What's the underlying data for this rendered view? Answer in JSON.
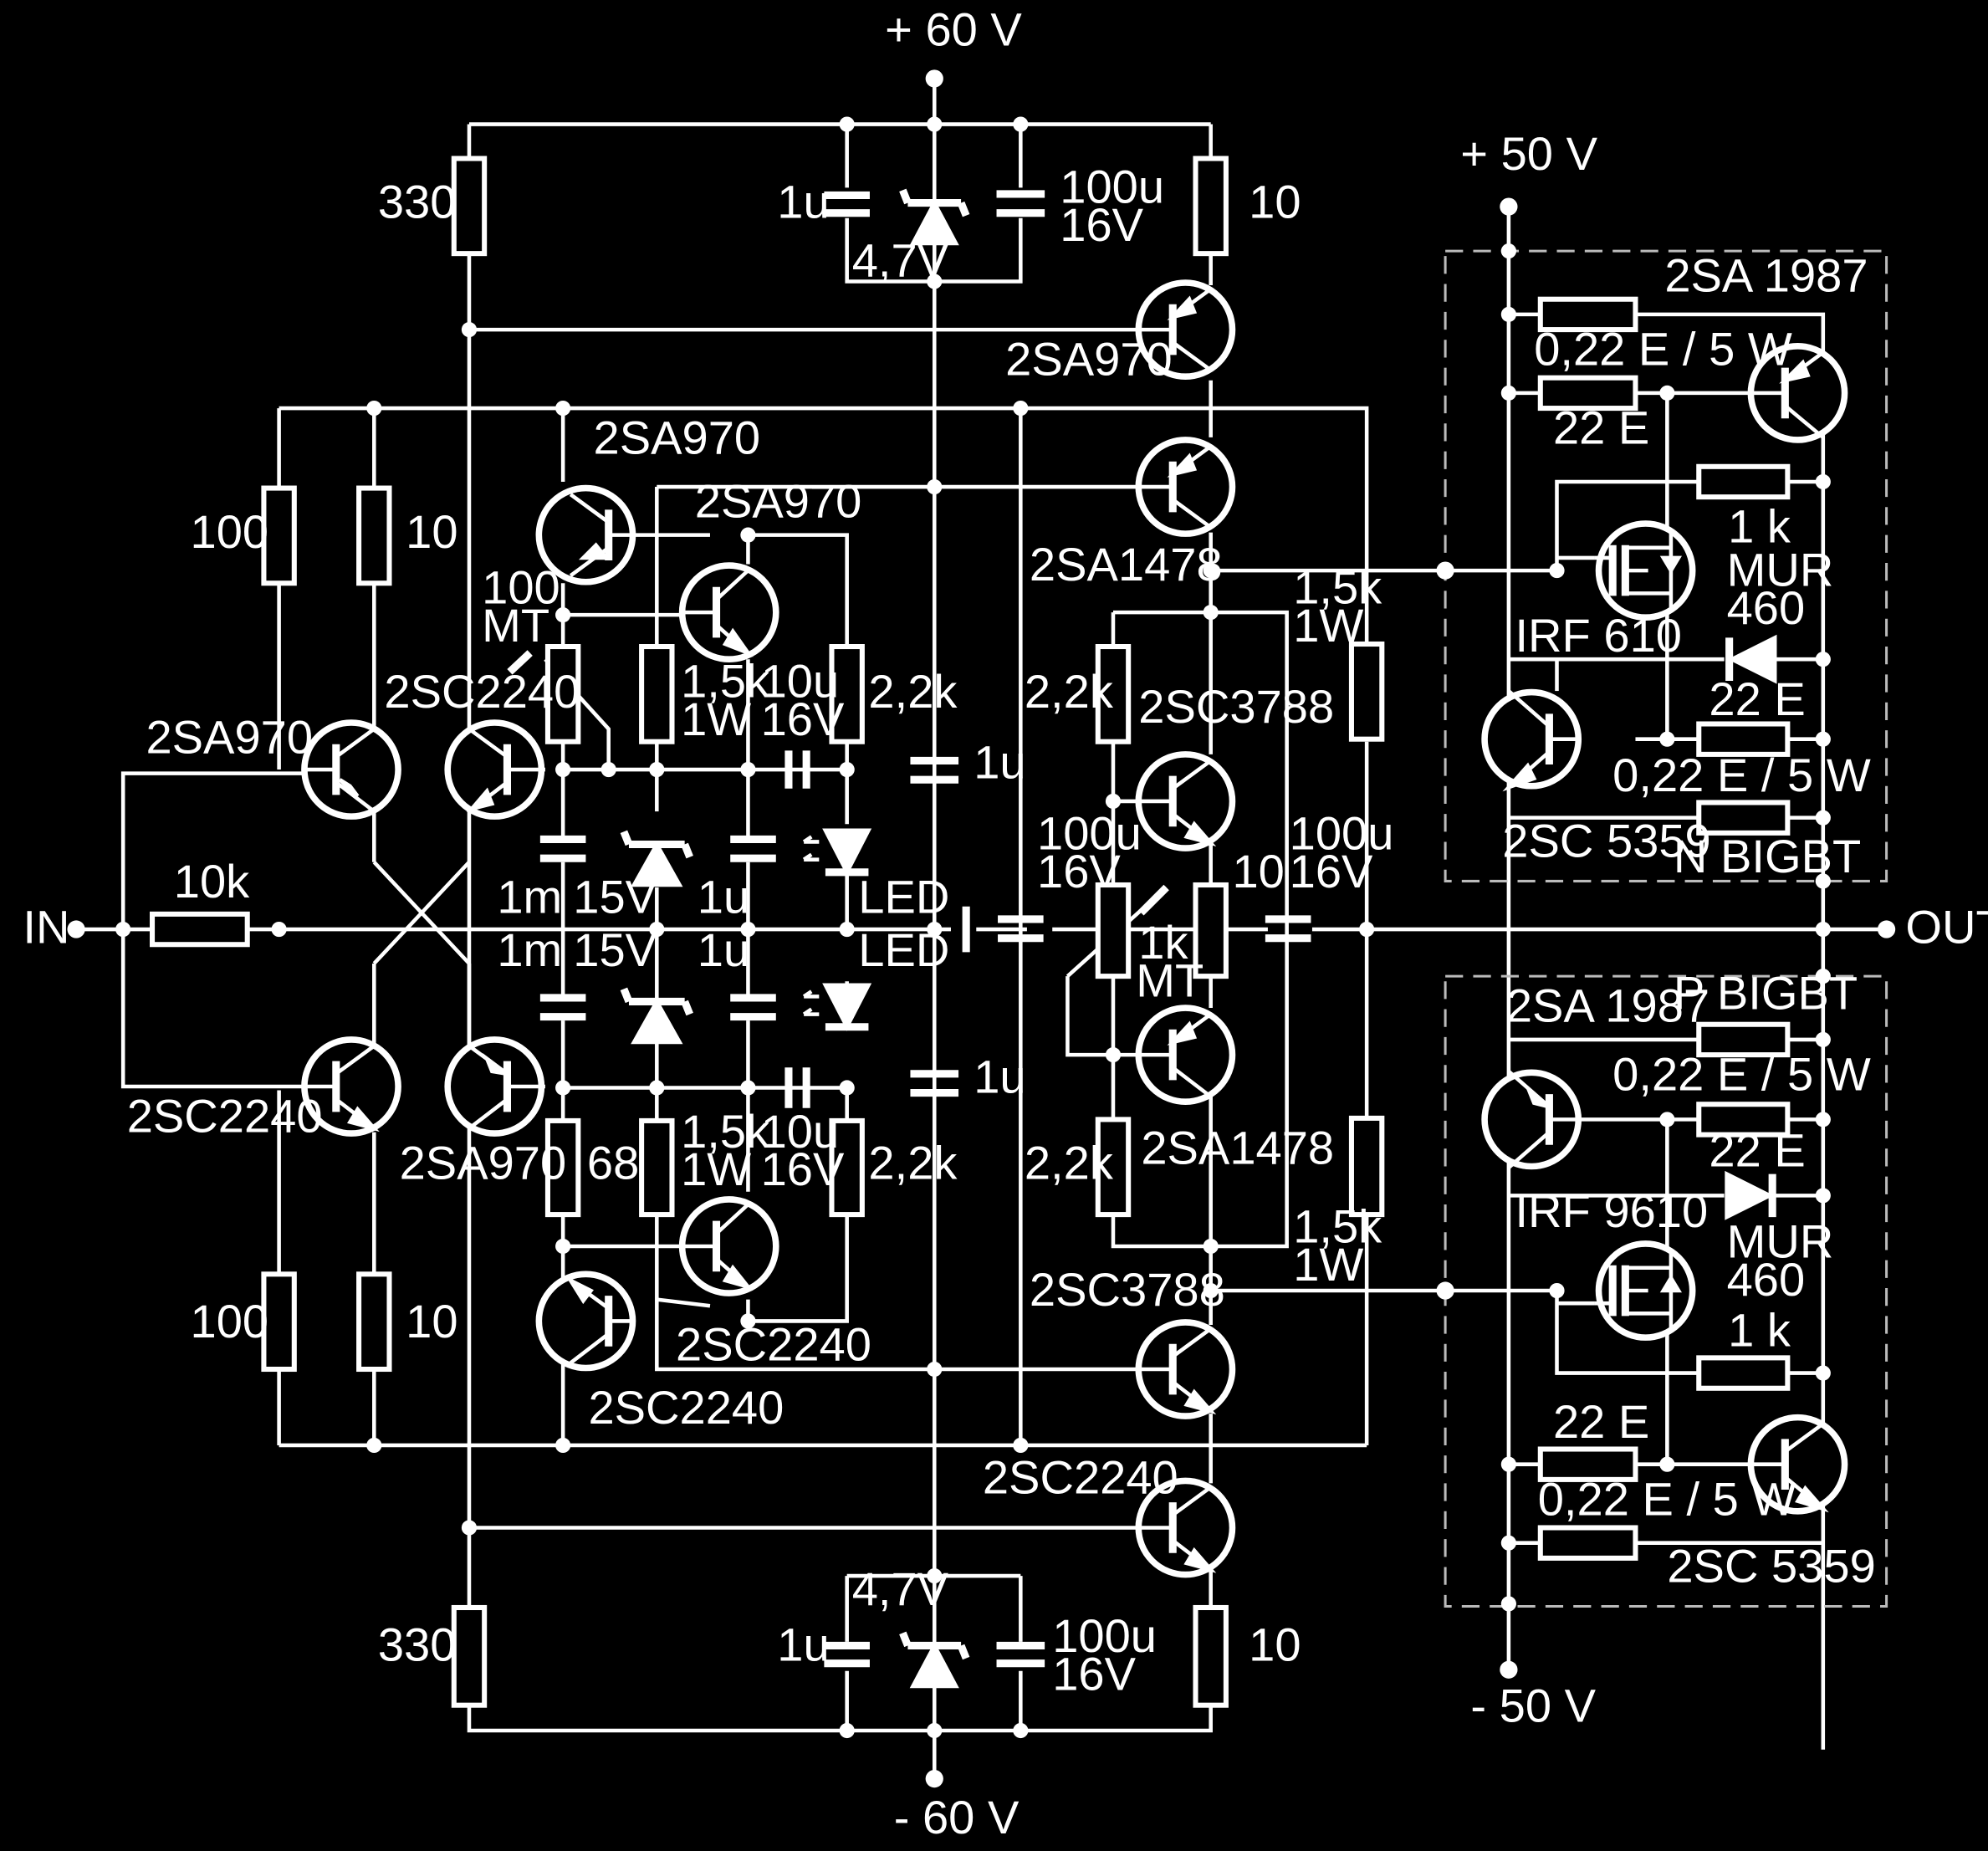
{
  "colors": {
    "background": "#000000",
    "ink": "#ffffff"
  },
  "rails": {
    "pos60": "+ 60 V",
    "neg60": "- 60 V",
    "pos50": "+ 50 V",
    "neg50": "- 50 V",
    "input": "IN",
    "output": "OUT"
  },
  "labels": {
    "r330_top": "330",
    "r330_bot": "330",
    "r10_top": "10",
    "r10_bot": "10",
    "c1u_top": "1u",
    "c1u_bot": "1u",
    "c100u_top_1": "100u",
    "c100u_top_2": "16V",
    "c100u_bot_1": "100u",
    "c100u_bot_2": "16V",
    "z47_top": "4,7V",
    "z47_bot": "4,7V",
    "q_2sa970_ref_top": "2SA970",
    "q_2sc2240_ref_bot": "2SC2240",
    "q_2sa970_vas": "2SA970",
    "q_2sa970_cs": "2SA970",
    "r100mt_1": "100",
    "r100mt_2": "MT",
    "q_2sc2240_in": "2SC2240",
    "q_2sa970_in": "2SA970",
    "q_2sc2240_bot_left": "2SC2240",
    "q_2sa970_bot_mid": "2SA970",
    "q_2sc2240_vas_bot": "2SC2240",
    "q_2sc2240_cs_bot": "2SC2240",
    "q_2sa1478_top": "2SA1478",
    "q_2sc3788_top": "2SC3788",
    "q_2sa1478_bot": "2SA1478",
    "q_2sc3788_bot": "2SC3788",
    "r100_top": "100",
    "r10_in_top": "10",
    "r100_bot": "100",
    "r10_in_bot": "10",
    "r10k": "10k",
    "r68": "68",
    "r15k_top_1": "1,5k",
    "r15k_top_2": "1W",
    "r15k_bot_1": "1,5k",
    "r15k_bot_2": "1W",
    "c10u_top_1": "10u",
    "c10u_top_2": "16V",
    "c10u_bot_1": "10u",
    "c10u_bot_2": "16V",
    "r22k_top": "2,2k",
    "r22k_bot": "2,2k",
    "c1m_top": "1m",
    "c1m_bot": "1m",
    "z15_top": "15V",
    "z15_bot": "15V",
    "c1u_z_top": "1u",
    "c1u_z_bot": "1u",
    "led_top": "LED",
    "led_bot": "LED",
    "c1u_rail_top": "1u",
    "c1u_rail_bot": "1u",
    "r22k_drv_top": "2,2k",
    "r22k_drv_bot": "2,2k",
    "c100u_drv_l_1": "100u",
    "c100u_drv_l_2": "16V",
    "pot1k_1": "1k",
    "pot1k_2": "MT",
    "r10_drv": "10",
    "c100u_drv_r_1": "100u",
    "c100u_drv_r_2": "16V",
    "r15k_out_top_1": "1,5k",
    "r15k_out_top_2": "1W",
    "r15k_out_bot_1": "1,5k",
    "r15k_out_bot_2": "1W",
    "q_2sa1987_top": "2SA 1987",
    "r022_top_a": "0,22 E / 5 W",
    "r22e_top_a": "22 E",
    "r1k_top": "1 k",
    "mur_top_1": "MUR",
    "mur_top_2": "460",
    "irf610": "IRF 610",
    "r22e_top_b": "22 E",
    "r022_top_b": "0,22 E / 5 W",
    "q_2sc5359_top": "2SC 5359",
    "nbigbt": "N BIGBT",
    "q_2sa1987_bot": "2SA 1987",
    "pbigbt": "P BIGBT",
    "r022_bot_a": "0,22 E / 5 W",
    "r22e_bot_a": "22 E",
    "irf9610": "IRF 9610",
    "mur_bot_1": "MUR",
    "mur_bot_2": "460",
    "r1k_bot": "1 k",
    "r22e_bot_b": "22 E",
    "r022_bot_b": "0,22 E / 5 W",
    "q_2sc5359_bot": "2SC 5359"
  }
}
